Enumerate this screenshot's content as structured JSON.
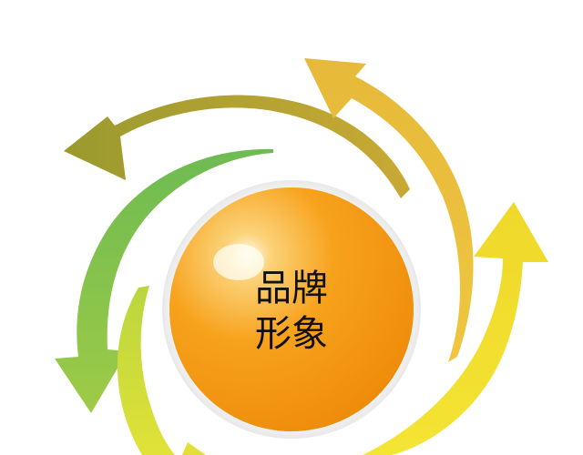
{
  "center": {
    "line1": "品牌",
    "line2": "形象"
  },
  "colors": {
    "sphere_highlight": "#fff3d8",
    "sphere_mid": "#f6a21f",
    "sphere_edge": "#e98a0c",
    "ring": "#f2f2f2",
    "arrow_olive": "#a6a53a",
    "arrow_gold": "#dcb43c",
    "arrow_yellow": "#f1dc2a",
    "arrow_lime": "#c9dc3f",
    "arrow_green": "#7fc44e"
  },
  "arrows": [
    {
      "name": "olive-arrow",
      "color": "arrow_olive",
      "direction": "left"
    },
    {
      "name": "gold-arrow",
      "color": "arrow_gold",
      "direction": "up-left"
    },
    {
      "name": "yellow-arrow",
      "color": "arrow_yellow",
      "direction": "up"
    },
    {
      "name": "green-arrow",
      "color": "arrow_green",
      "direction": "down"
    },
    {
      "name": "lime-arrow",
      "color": "arrow_lime",
      "direction": "down"
    }
  ]
}
